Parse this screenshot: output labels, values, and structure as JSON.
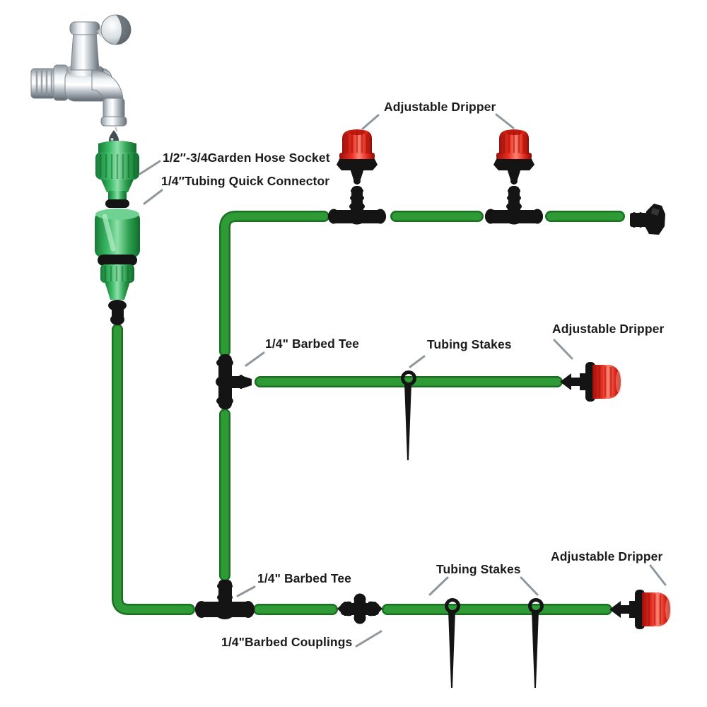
{
  "labels": {
    "garden_hose_socket": "1/2″-3/4Garden Hose Socket",
    "tubing_quick_connector": "1/4″Tubing Quick Connector",
    "adjustable_dripper_top": "Adjustable Dripper",
    "adjustable_dripper_mid": "Adjustable Dripper",
    "adjustable_dripper_bottom": "Adjustable Dripper",
    "barbed_tee_mid": "1/4\" Barbed Tee",
    "barbed_tee_bottom": "1/4\" Barbed Tee",
    "tubing_stakes_mid": "Tubing Stakes",
    "tubing_stakes_bottom": "Tubing Stakes",
    "barbed_couplings": "1/4\"Barbed Couplings"
  },
  "colors": {
    "tube_green": "#2e9b36",
    "tube_green_dark": "#1a6f23",
    "connector_green": "#35b05c",
    "dripper_red": "#e8261c",
    "fitting_black": "#141414",
    "pointer_gray": "#8f989e",
    "label_text": "#1b1b1b",
    "background": "#ffffff",
    "chrome_gray": "#b9c1c8"
  },
  "parts": [
    "water-faucet",
    "water-drop",
    "garden-hose-socket",
    "tubing-quick-connector",
    "green-pe-tubing",
    "barbed-tee",
    "barbed-coupling",
    "adjustable-dripper",
    "tubing-stake",
    "tubing-end-plug"
  ],
  "counts": {
    "adjustable_drippers": 4,
    "barbed_tees": 4,
    "tubing_stakes": 3,
    "barbed_couplings": 1,
    "end_plugs": 1
  }
}
